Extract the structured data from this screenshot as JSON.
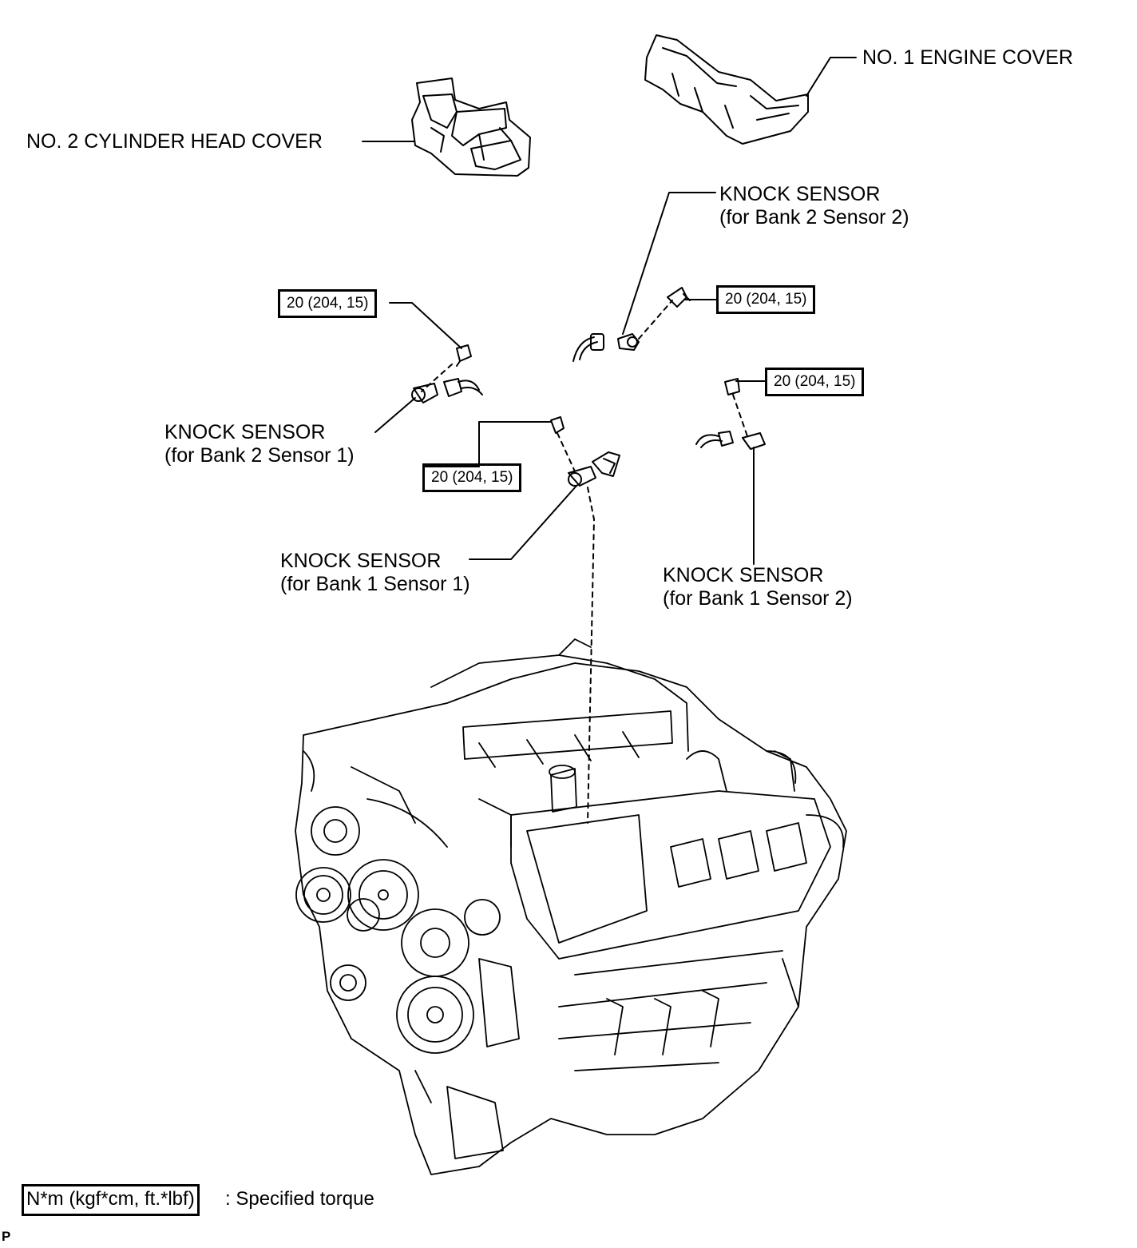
{
  "diagram": {
    "parts": {
      "no2_cylinder_head_cover": "NO. 2 CYLINDER HEAD COVER",
      "no1_engine_cover": "NO. 1 ENGINE COVER",
      "knock_b2s2": {
        "line1": "KNOCK SENSOR",
        "line2": "(for Bank 2 Sensor 2)"
      },
      "knock_b2s1": {
        "line1": "KNOCK SENSOR",
        "line2": "(for Bank 2 Sensor 1)"
      },
      "knock_b1s1": {
        "line1": "KNOCK SENSOR",
        "line2": "(for Bank 1 Sensor 1)"
      },
      "knock_b1s2": {
        "line1": "KNOCK SENSOR",
        "line2": "(for Bank 1 Sensor 2)"
      }
    },
    "torque_specs": {
      "b2s1_bolt": "20 (204, 15)",
      "b2s2_bolt": "20 (204, 15)",
      "b1s2_bolt": "20 (204, 15)",
      "b1s1_bolt": "20 (204, 15)"
    },
    "legend": {
      "unit_box": "N*m (kgf*cm, ft.*lbf)",
      "description": ": Specified torque"
    },
    "page_mark": "P"
  }
}
